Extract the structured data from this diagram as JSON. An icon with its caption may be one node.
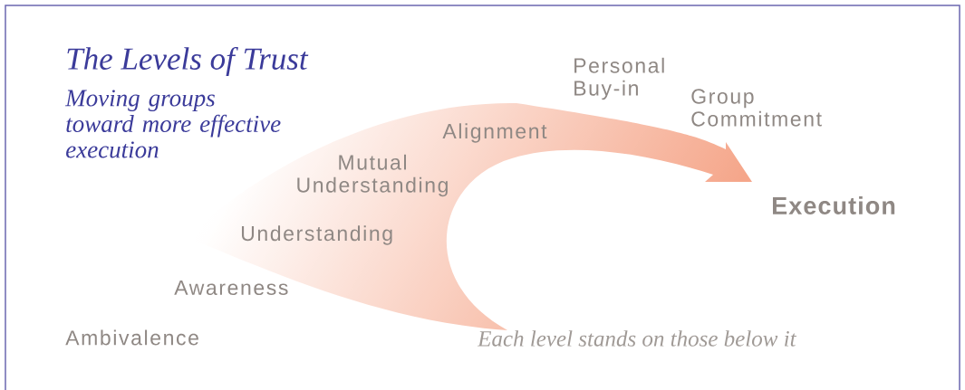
{
  "diagram": {
    "title": "The Levels of Trust",
    "caption": "Each level stands on those below it",
    "labels": [
      "Moving groups toward more effective execution",
      "Personal Buy-in",
      "Group Commitment",
      "Alignment",
      "Mutual Understanding",
      "Understanding",
      "Awareness",
      "Ambivalence",
      "Execution"
    ]
  }
}
